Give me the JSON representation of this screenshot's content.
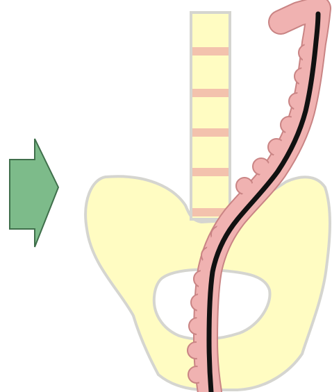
{
  "diagram": {
    "colors": {
      "background": "#ffffff",
      "arrow_fill": "#7dbb8a",
      "arrow_stroke": "#3f6f4b",
      "bone_fill": "#fffcc2",
      "bone_stroke": "#d5d5d0",
      "cavity_fill": "#ffffff",
      "disc_fill": "#f3c2ad",
      "colon_fill": "#f0b2b1",
      "colon_stroke": "#c98484",
      "scope_line": "#111111"
    },
    "elements": [
      {
        "name": "pointer-arrow",
        "kind": "arrow",
        "direction": "right"
      },
      {
        "name": "pelvis",
        "kind": "bone"
      },
      {
        "name": "spine-column",
        "kind": "bone"
      },
      {
        "name": "intervertebral-discs",
        "kind": "disc-bands",
        "count": 5
      },
      {
        "name": "colon",
        "kind": "organ"
      },
      {
        "name": "endoscope",
        "kind": "instrument"
      }
    ]
  }
}
